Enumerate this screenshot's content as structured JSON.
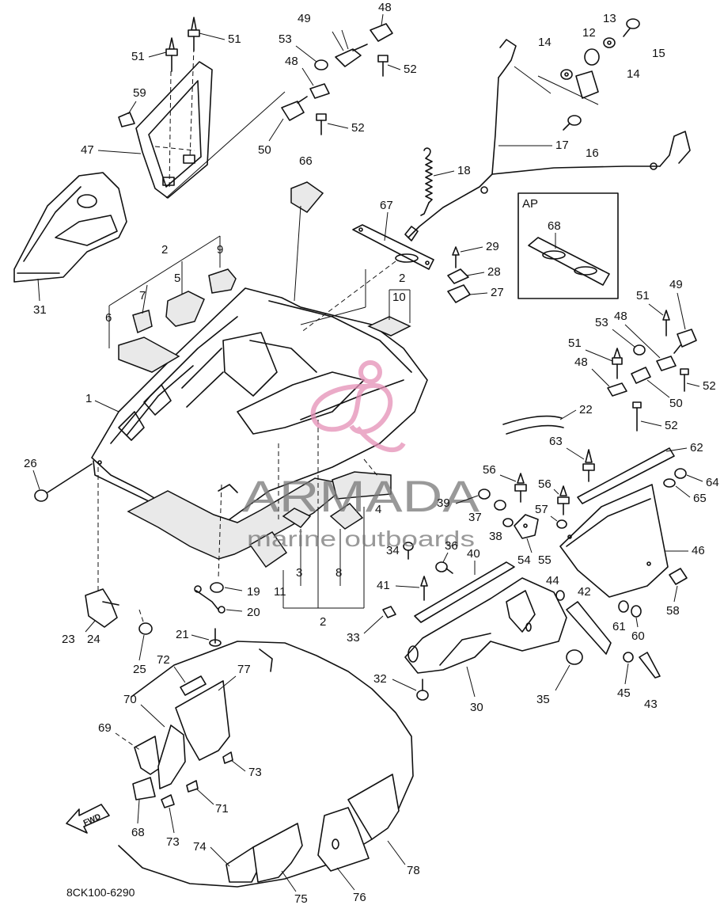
{
  "diagram_code": "8CK100-6290",
  "inset_box_label": "AP",
  "watermark": {
    "brand": "ARMADA",
    "tagline": "marine outboards",
    "color": "#e58fb6"
  },
  "direction_arrow": "FWD",
  "callouts": {
    "c1": "1",
    "c2a": "2",
    "c2b": "2",
    "c2c": "2",
    "c3": "3",
    "c4": "4",
    "c5": "5",
    "c6": "6",
    "c7": "7",
    "c8": "8",
    "c9": "9",
    "c10": "10",
    "c11": "11",
    "c12": "12",
    "c13": "13",
    "c14a": "14",
    "c14b": "14",
    "c15": "15",
    "c16": "16",
    "c17": "17",
    "c18": "18",
    "c19": "19",
    "c20": "20",
    "c21": "21",
    "c22": "22",
    "c23": "23",
    "c24": "24",
    "c25": "25",
    "c26": "26",
    "c27": "27",
    "c28": "28",
    "c29": "29",
    "c30": "30",
    "c31": "31",
    "c32": "32",
    "c33": "33",
    "c34": "34",
    "c35": "35",
    "c36": "36",
    "c37": "37",
    "c38": "38",
    "c39": "39",
    "c40": "40",
    "c41": "41",
    "c42": "42",
    "c43": "43",
    "c44": "44",
    "c45": "45",
    "c46": "46",
    "c47": "47",
    "c48a": "48",
    "c48b": "48",
    "c48c": "48",
    "c48d": "48",
    "c49a": "49",
    "c49b": "49",
    "c50a": "50",
    "c50b": "50",
    "c51a": "51",
    "c51b": "51",
    "c51c": "51",
    "c51d": "51",
    "c52a": "52",
    "c52b": "52",
    "c52c": "52",
    "c52d": "52",
    "c53a": "53",
    "c53b": "53",
    "c54": "54",
    "c55": "55",
    "c56a": "56",
    "c56b": "56",
    "c57": "57",
    "c58": "58",
    "c59": "59",
    "c60": "60",
    "c61": "61",
    "c62": "62",
    "c63": "63",
    "c64": "64",
    "c65": "65",
    "c66": "66",
    "c67": "67",
    "c68a": "68",
    "c68b": "68",
    "c69": "69",
    "c70": "70",
    "c71": "71",
    "c72": "72",
    "c73a": "73",
    "c73b": "73",
    "c74": "74",
    "c75": "75",
    "c76": "76",
    "c77": "77",
    "c78": "78"
  }
}
